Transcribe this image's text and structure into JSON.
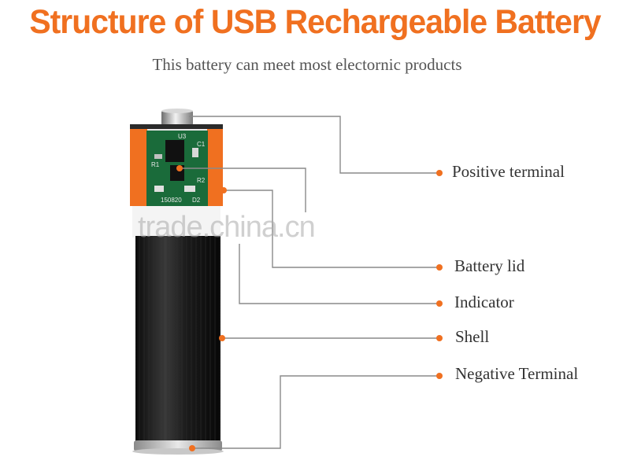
{
  "header": {
    "title": "Structure of USB Rechargeable Battery",
    "subtitle": "This battery can meet most electornic products"
  },
  "labels": {
    "positive_terminal": "Positive terminal",
    "battery_lid": "Battery lid",
    "indicator": "Indicator",
    "shell": "Shell",
    "negative_terminal": "Negative Terminal"
  },
  "pcb": {
    "chip": "U3",
    "r1": "R1",
    "r2": "R2",
    "c1": "C1",
    "code": "150820",
    "d2": "D2"
  },
  "watermark": "trade.china.cn",
  "colors": {
    "accent": "#f07020",
    "leader_line": "#8a8a8a",
    "pcb": "#1a6b3a",
    "shell": "#161616"
  }
}
